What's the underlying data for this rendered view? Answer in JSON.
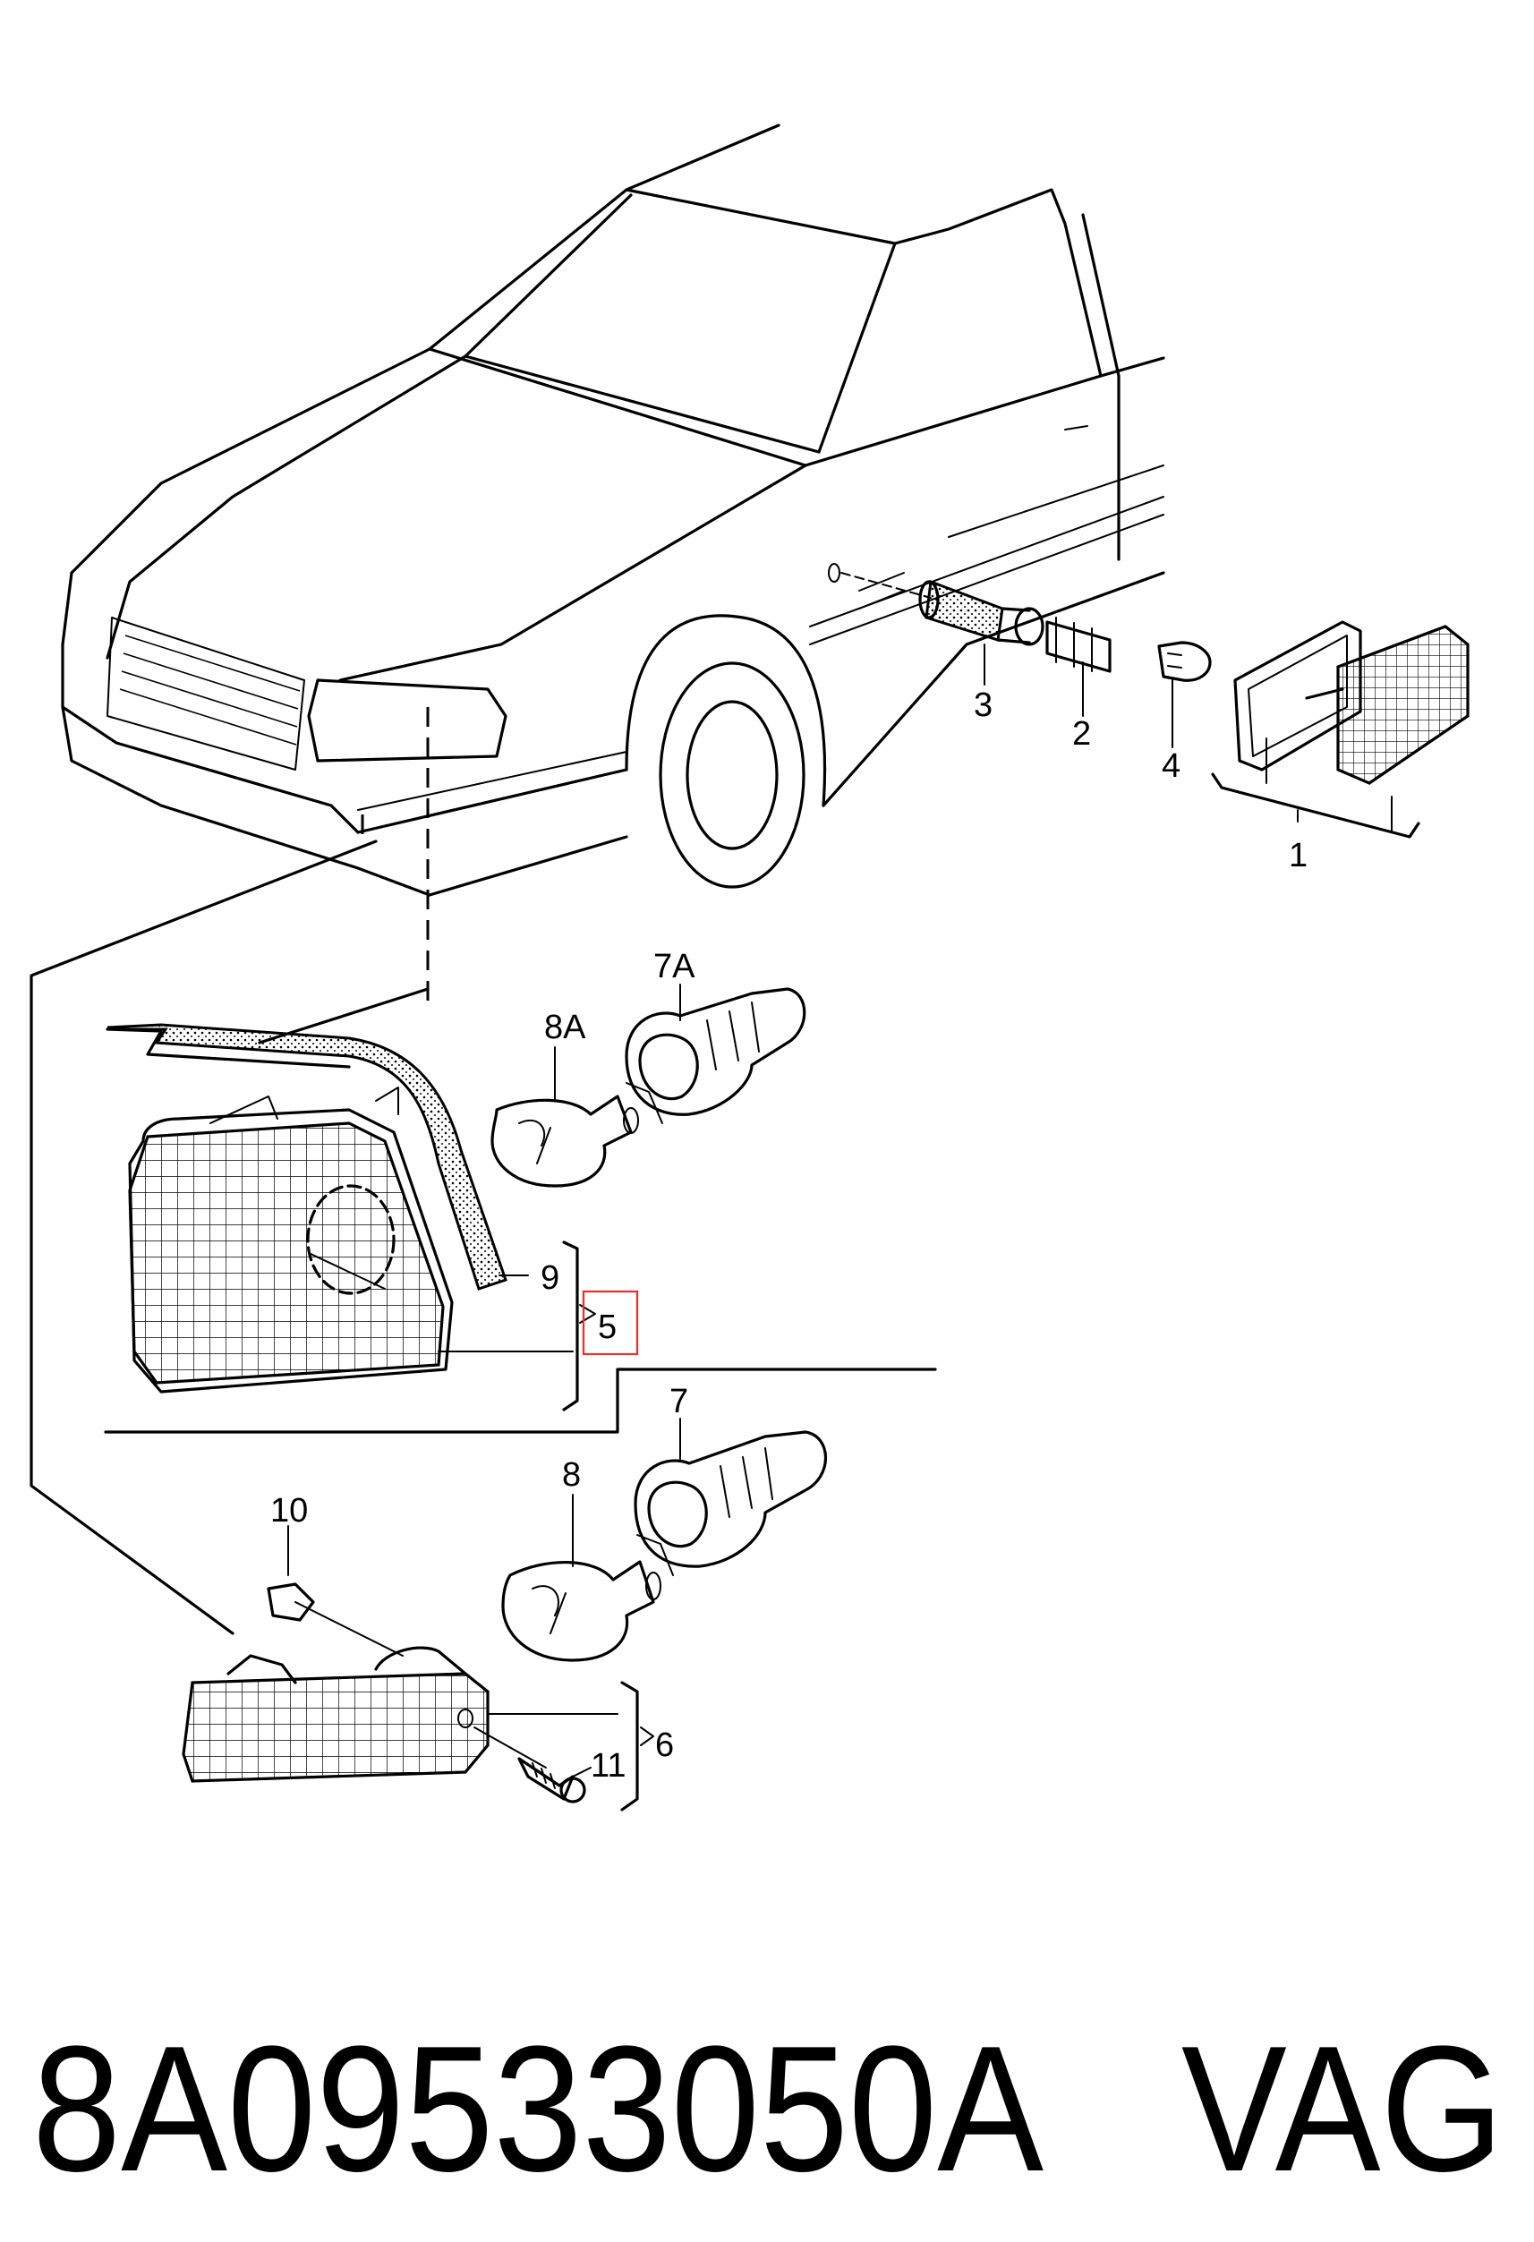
{
  "diagram": {
    "callouts": {
      "c1": "1",
      "c2": "2",
      "c3": "3",
      "c4": "4",
      "c5": "5",
      "c6": "6",
      "c7": "7",
      "c7a": "7A",
      "c8": "8",
      "c8a": "8A",
      "c9": "9",
      "c10": "10",
      "c11": "11"
    },
    "highlight_color": "#e03030"
  },
  "footer": {
    "part_number": "8A09533050A",
    "brand": "VAG"
  }
}
